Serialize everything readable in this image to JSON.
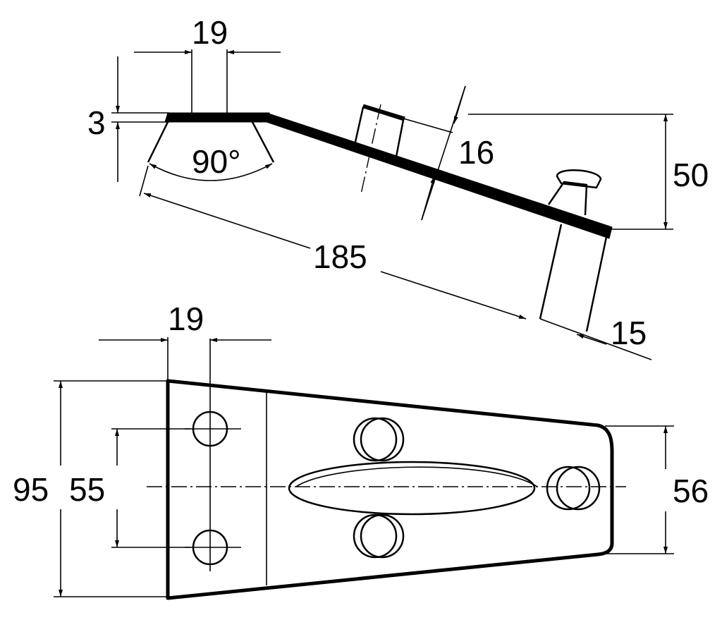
{
  "side_view": {
    "dim_top_width": "19",
    "dim_thickness": "3",
    "dim_angle": "90°",
    "dim_slot": "16",
    "dim_height": "50",
    "dim_length": "185",
    "dim_pin": "15"
  },
  "top_view": {
    "dim_top_width": "19",
    "dim_total_width": "95",
    "dim_hole_spacing": "55",
    "dim_tip_width": "56"
  }
}
